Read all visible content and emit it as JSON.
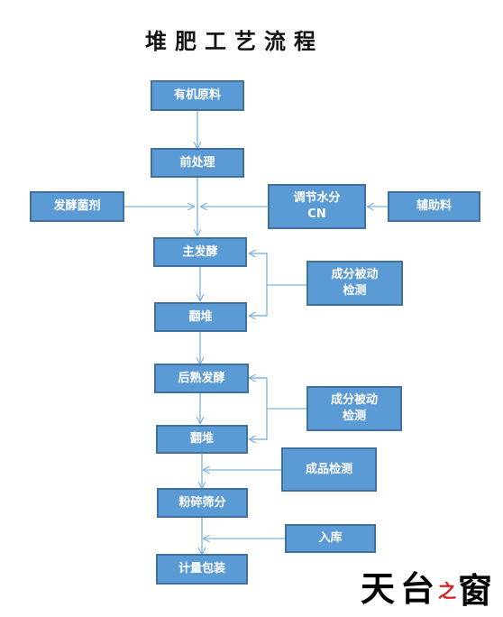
{
  "title": "堆肥工艺流程",
  "nodes": {
    "raw": "有机原料",
    "pre": "前处理",
    "inoculant": "发酵菌剂",
    "adjust": "调节水分\nCN",
    "aux": "辅助料",
    "main_ferm": "主发酵",
    "check1": "成分被动\n检测",
    "turn1": "翻堆",
    "post_ferm": "后熟发酵",
    "check2": "成分被动\n检测",
    "turn2": "翻堆",
    "product_check": "成品检测",
    "crush": "粉碎筛分",
    "storage": "入库",
    "packing": "计量包装"
  },
  "logo_text": "天台之窗",
  "colors": {
    "box_fill": "#5b9bd5",
    "box_border": "#41719c",
    "arrow": "#7fb2df"
  }
}
